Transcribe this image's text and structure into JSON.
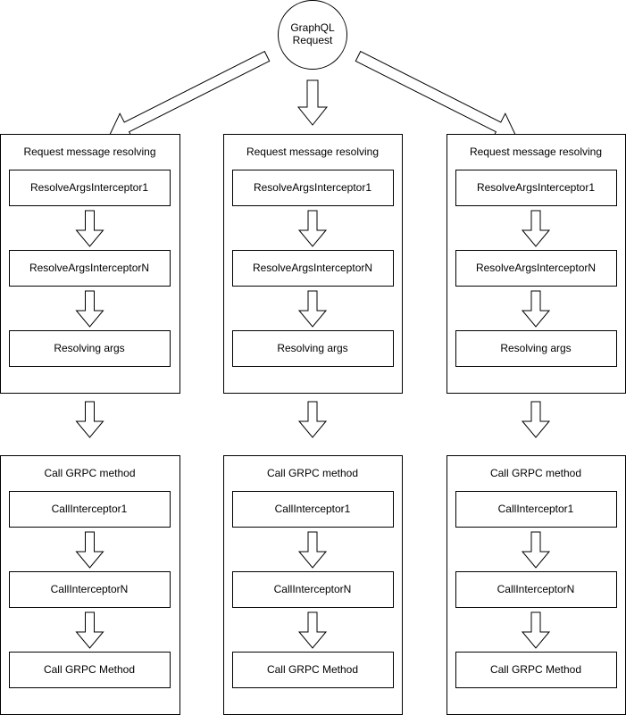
{
  "colors": {
    "stroke": "#000000",
    "fill": "#ffffff"
  },
  "root": {
    "label": "GraphQL\nRequest",
    "shape": "circle"
  },
  "columns": [
    {
      "resolve_section": {
        "title": "Request message resolving",
        "steps": [
          "ResolveArgsInterceptor1",
          "ResolveArgsInterceptorN",
          "Resolving args"
        ]
      },
      "call_section": {
        "title": "Call GRPC method",
        "steps": [
          "CallInterceptor1",
          "CallInterceptorN",
          "Call GRPC Method"
        ]
      }
    },
    {
      "resolve_section": {
        "title": "Request message resolving",
        "steps": [
          "ResolveArgsInterceptor1",
          "ResolveArgsInterceptorN",
          "Resolving args"
        ]
      },
      "call_section": {
        "title": "Call GRPC method",
        "steps": [
          "CallInterceptor1",
          "CallInterceptorN",
          "Call GRPC Method"
        ]
      }
    },
    {
      "resolve_section": {
        "title": "Request message resolving",
        "steps": [
          "ResolveArgsInterceptor1",
          "ResolveArgsInterceptorN",
          "Resolving args"
        ]
      },
      "call_section": {
        "title": "Call GRPC method",
        "steps": [
          "CallInterceptor1",
          "CallInterceptorN",
          "Call GRPC Method"
        ]
      }
    }
  ]
}
